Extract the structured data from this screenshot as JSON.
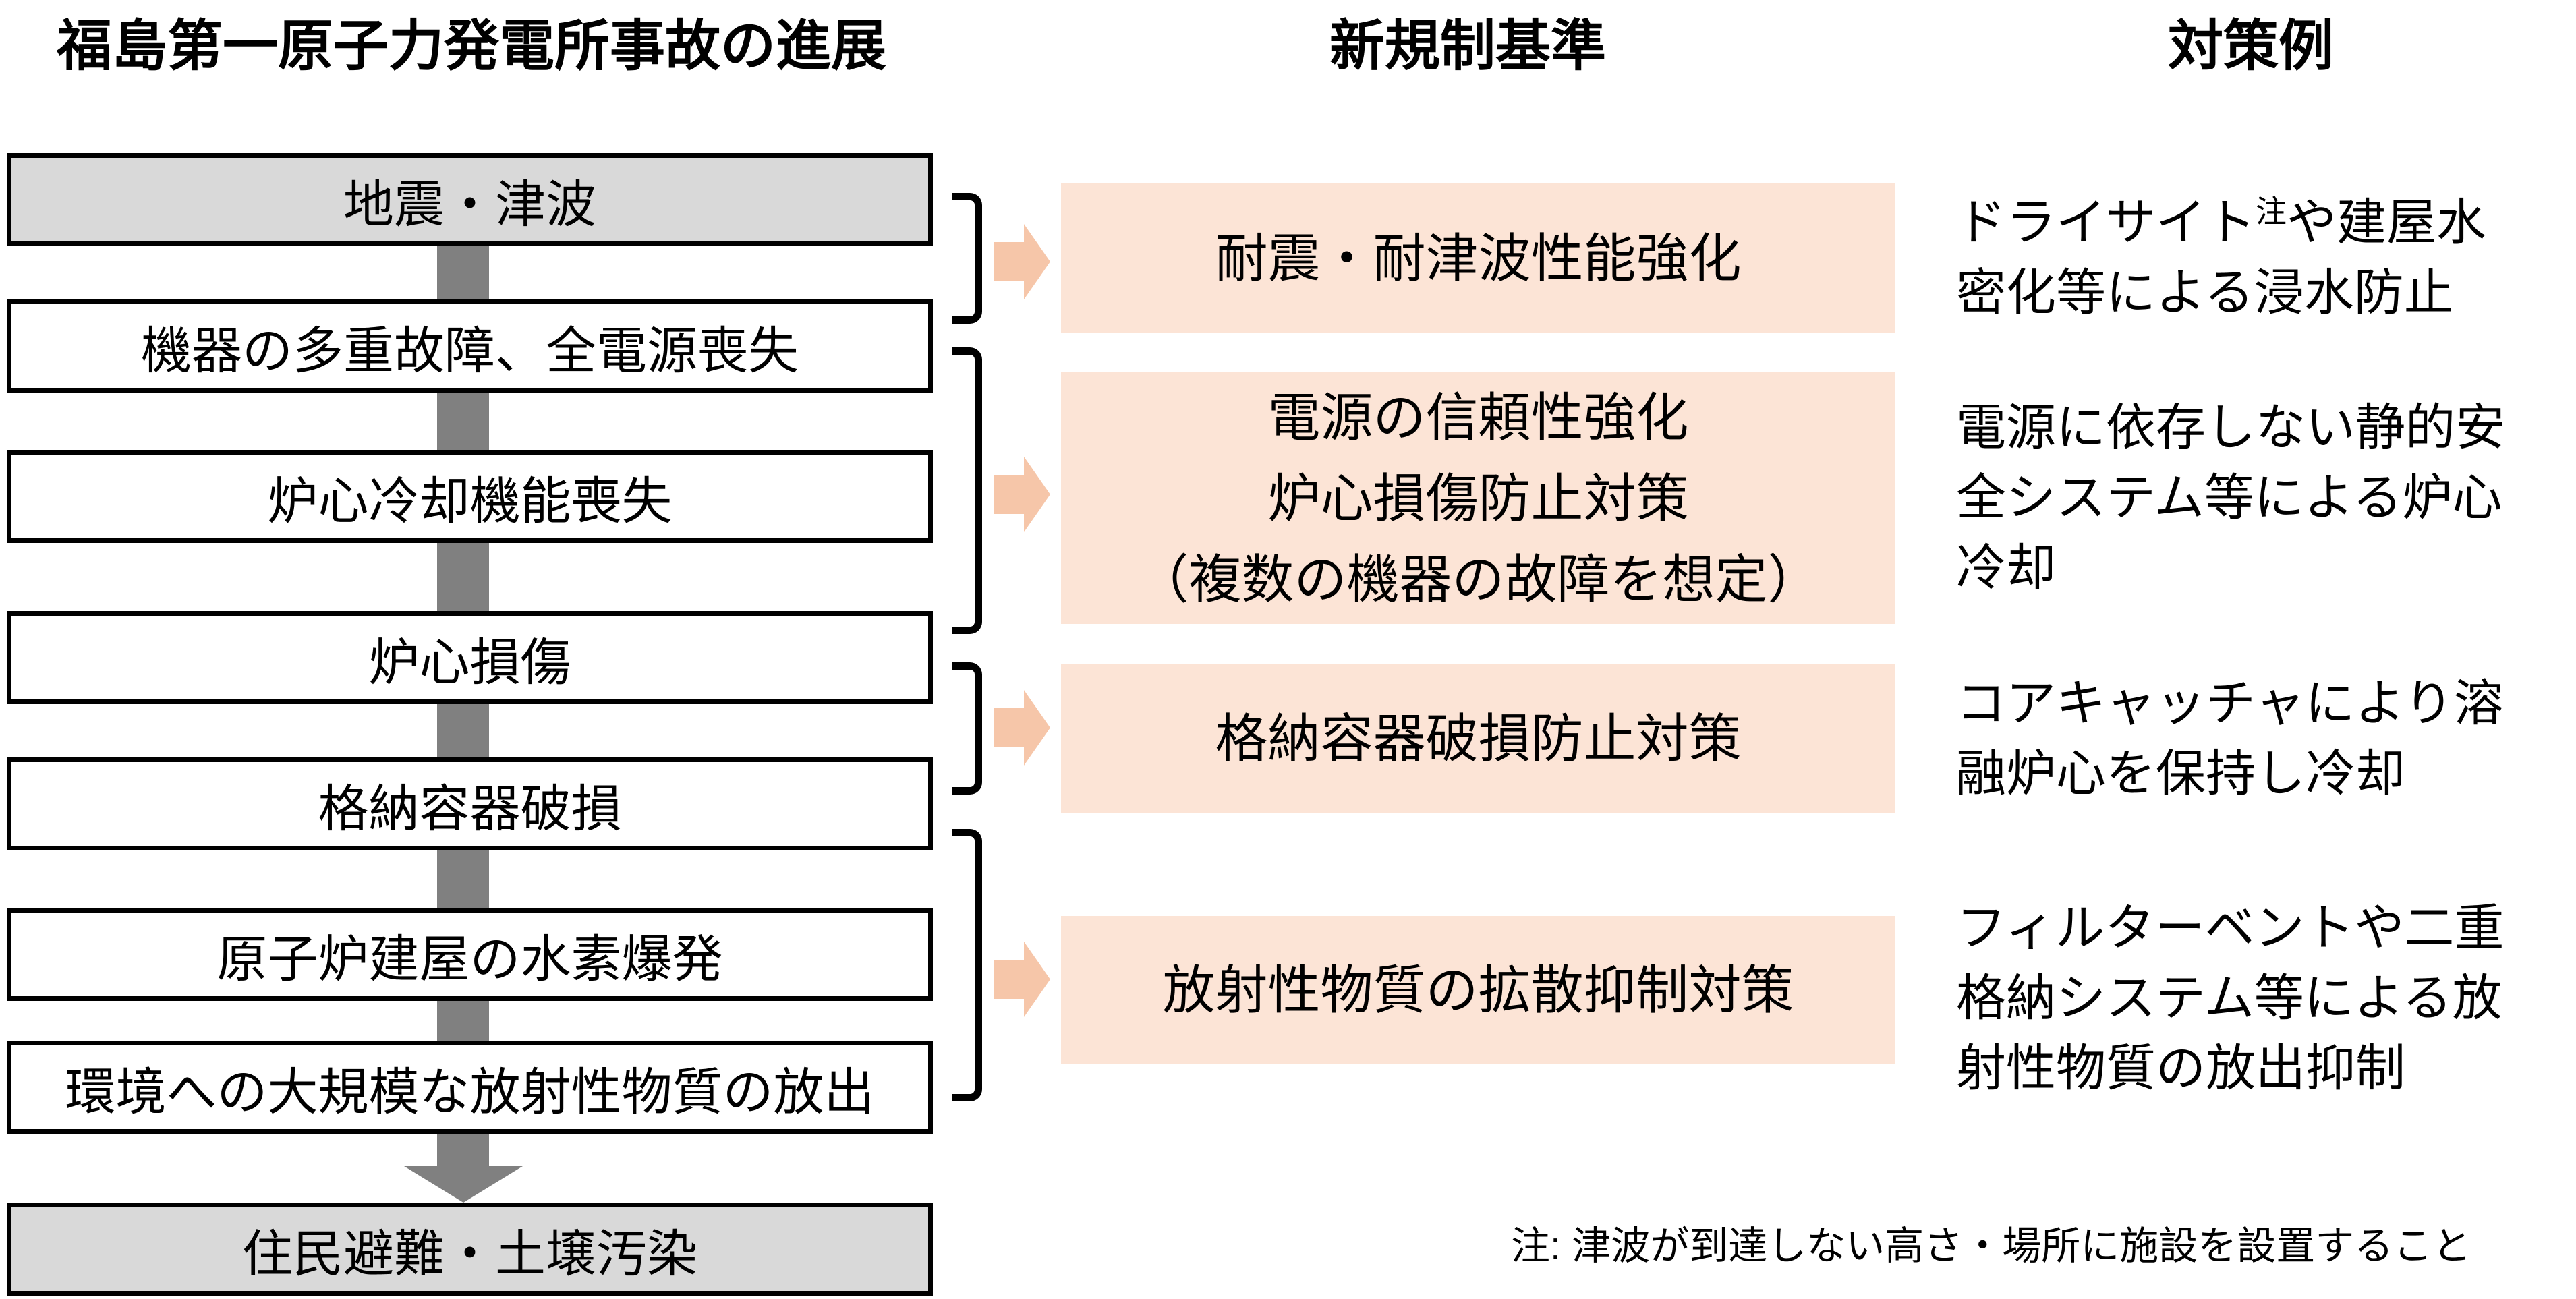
{
  "headers": {
    "accident_progression": "福島第一原子力発電所事故の進展",
    "new_regulation": "新規制基準",
    "countermeasure_examples": "対策例"
  },
  "flow": {
    "boxes": [
      {
        "label": "地震・津波",
        "variant": "gray"
      },
      {
        "label": "機器の多重故障、全電源喪失",
        "variant": "white"
      },
      {
        "label": "炉心冷却機能喪失",
        "variant": "white"
      },
      {
        "label": "炉心損傷",
        "variant": "white"
      },
      {
        "label": "格納容器破損",
        "variant": "white"
      },
      {
        "label": "原子炉建屋の水素爆発",
        "variant": "white"
      },
      {
        "label": "環境への大規模な放射性物質の放出",
        "variant": "white"
      },
      {
        "label": "住民避難・土壌汚染",
        "variant": "gray"
      }
    ]
  },
  "standards": [
    {
      "line1": "耐震・耐津波性能強化"
    },
    {
      "line1": "電源の信頼性強化",
      "line2": "炉心損傷防止対策",
      "line3": "（複数の機器の故障を想定）"
    },
    {
      "line1": "格納容器破損防止対策"
    },
    {
      "line1": "放射性物質の拡散抑制対策"
    }
  ],
  "measures": [
    {
      "sup_line": {
        "pre": "ドライサイト",
        "sup": "注",
        "post": "や建屋水"
      },
      "line2": "密化等による浸水防止"
    },
    {
      "line1": "電源に依存しない静的安",
      "line2": "全システム等による炉心",
      "line3": "冷却"
    },
    {
      "line1": "コアキャッチャにより溶",
      "line2": "融炉心を保持し冷却"
    },
    {
      "line1": "フィルターベントや二重",
      "line2": "格納システム等による放",
      "line3": "射性物質の放出抑制"
    }
  ],
  "footnote": "注: 津波が到達しない高さ・場所に施設を設置すること",
  "colors": {
    "gray_box_fill": "#d9d9d9",
    "flow_connector": "#808080",
    "standard_box_fill": "#fce4d6",
    "block_arrow_fill": "#f6c6a9",
    "border": "#000000"
  }
}
